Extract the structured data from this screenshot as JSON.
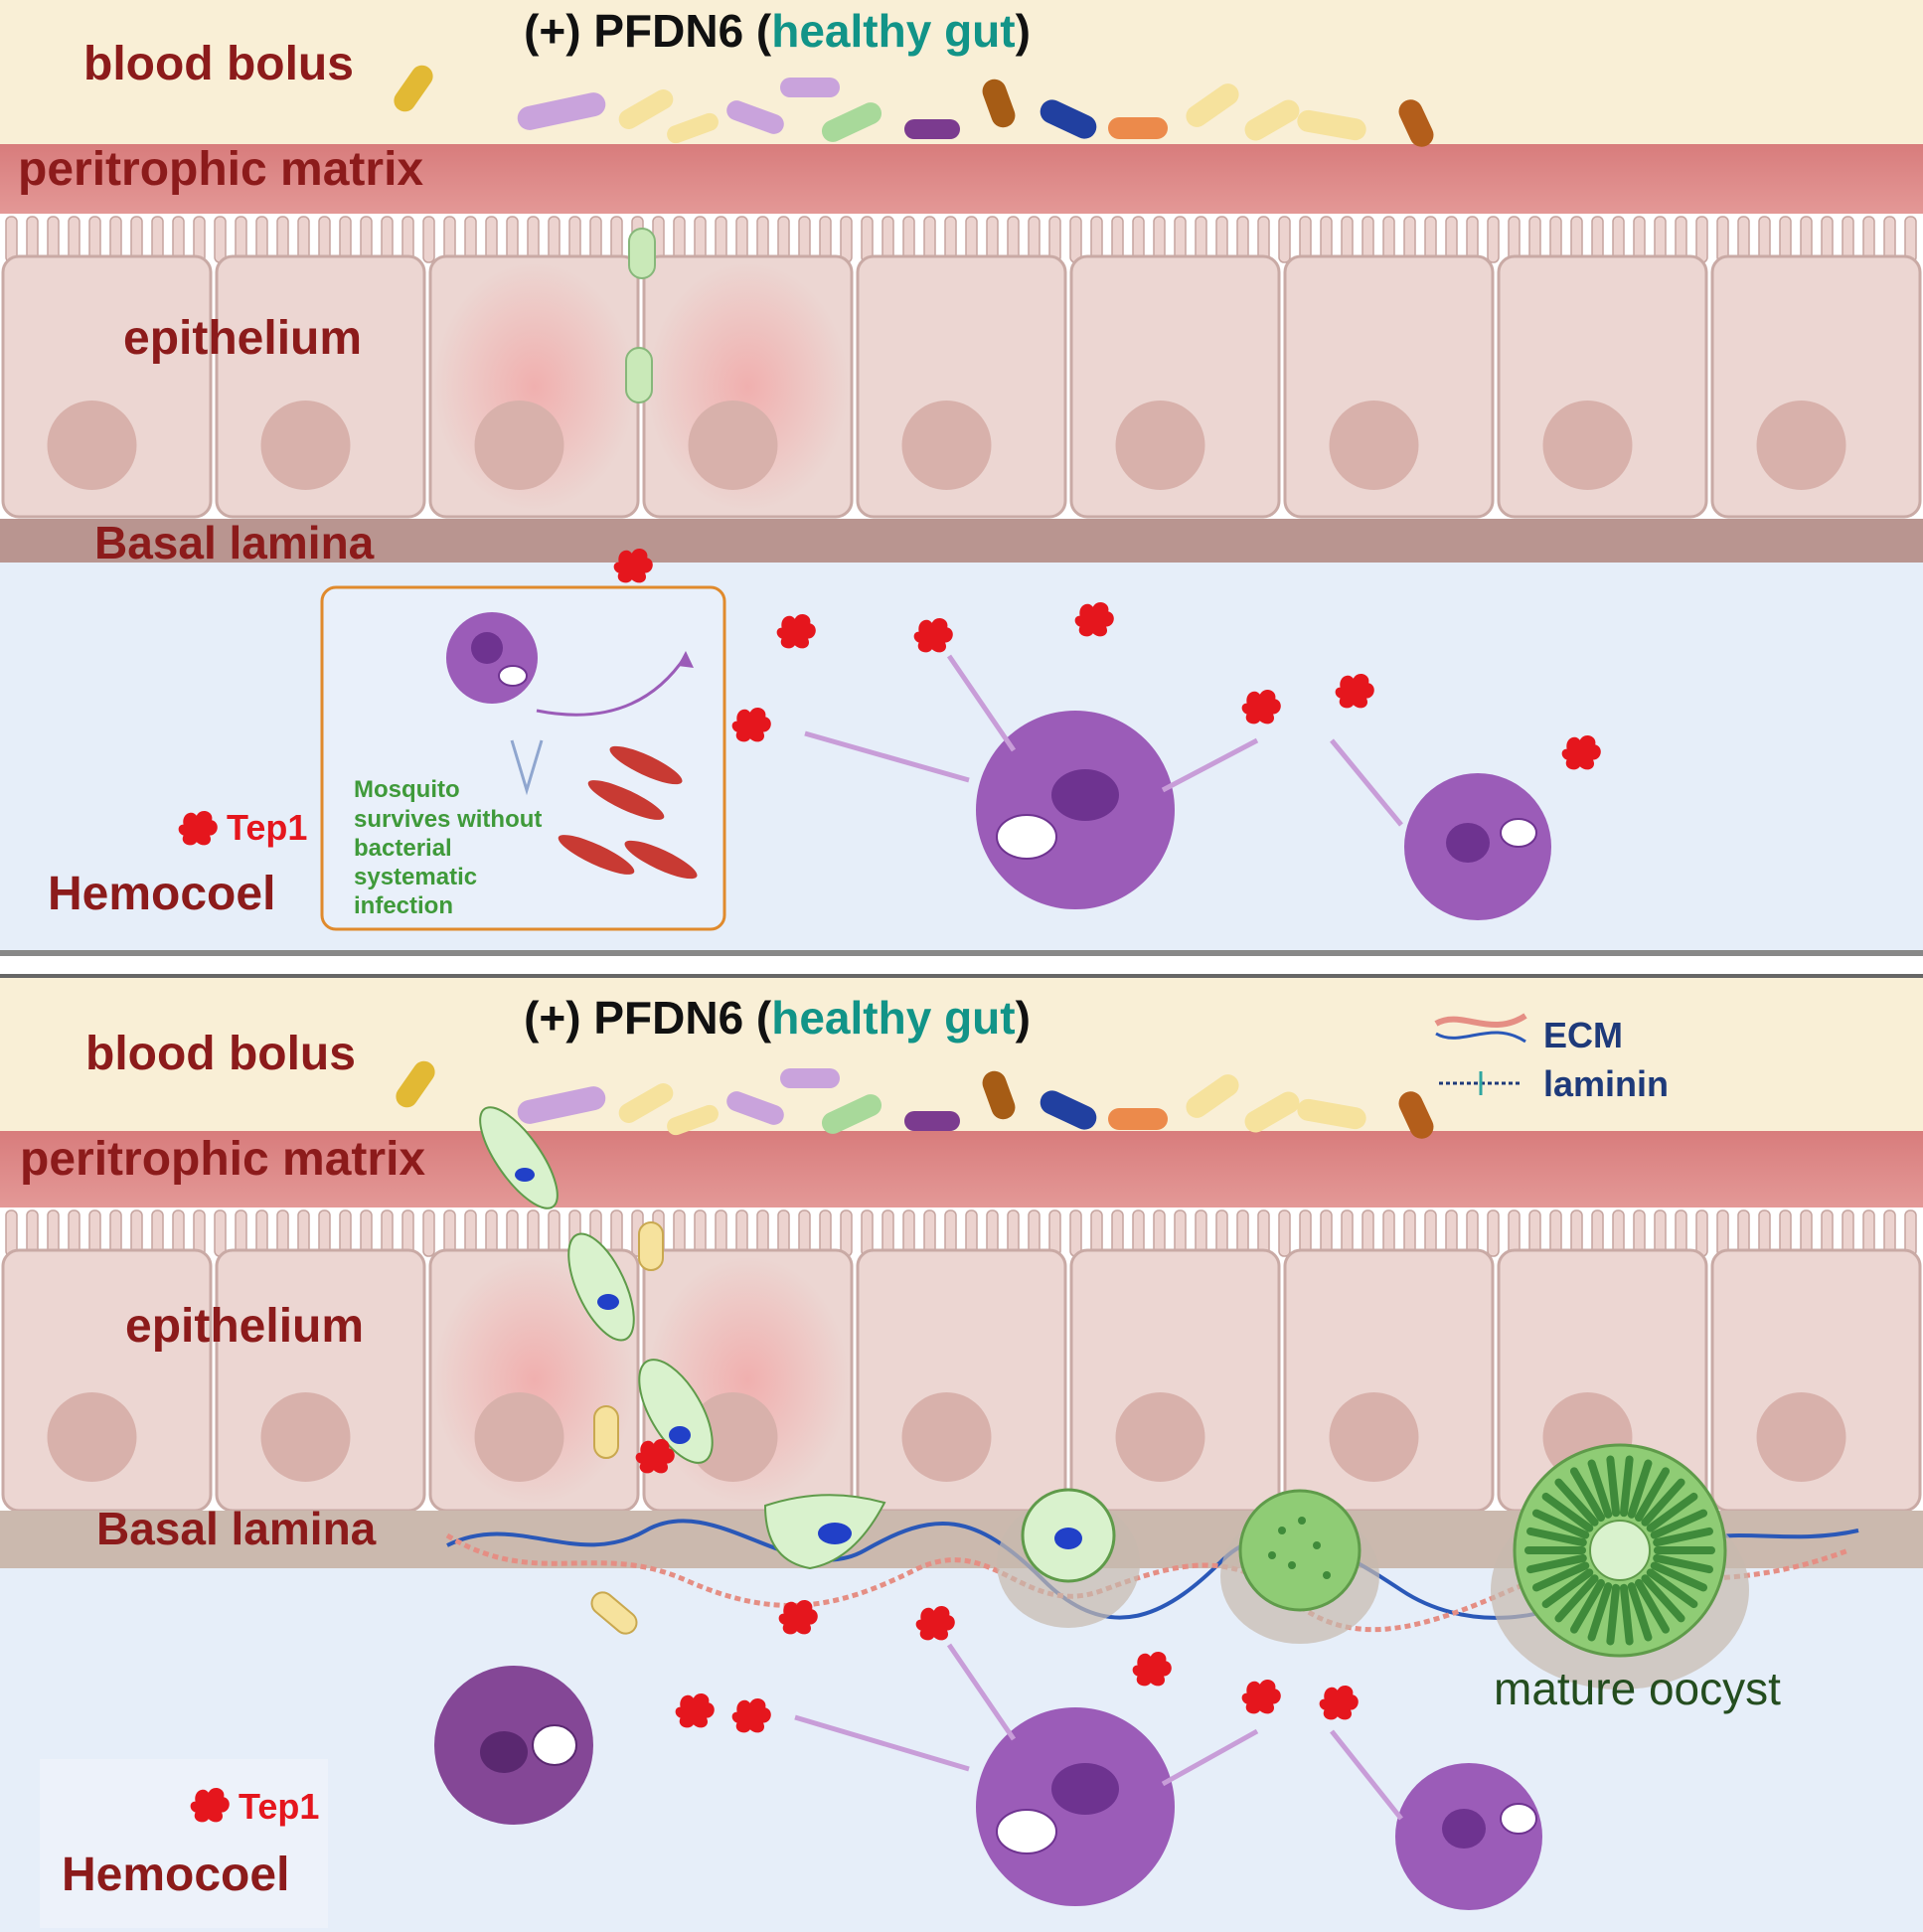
{
  "colors": {
    "title_black": "#111111",
    "title_teal": "#129488",
    "region_label": "#8c1b1b",
    "inset_text": "#3f9a3a",
    "inset_border": "#e08a2c",
    "tep1": "#e5161d",
    "hemocyte": "#9b5cb8",
    "legend_text": "#1e3a7a",
    "oocyst_label": "#244d1f"
  },
  "panels": [
    {
      "title_prefix": "(+) PFDN6 (",
      "title_highlight": "healthy gut",
      "title_suffix": ")",
      "labels": {
        "blood_bolus": "blood bolus",
        "peritrophic_matrix": "peritrophic matrix",
        "epithelium": "epithelium",
        "basal_lamina": "Basal lamina",
        "tep1": "Tep1",
        "hemocoel": "Hemocoel"
      },
      "inset": {
        "text_lines": [
          "Mosquito",
          "survives without",
          "bacterial",
          "systematic",
          "infection"
        ]
      }
    },
    {
      "title_prefix": "(+) PFDN6 (",
      "title_highlight": "healthy gut",
      "title_suffix": ")",
      "labels": {
        "blood_bolus": "blood bolus",
        "peritrophic_matrix": "peritrophic matrix",
        "epithelium": "epithelium",
        "basal_lamina": "Basal lamina",
        "tep1": "Tep1",
        "hemocoel": "Hemocoel"
      },
      "legend": {
        "ecm": "ECM",
        "laminin": "laminin"
      },
      "mature_oocyst": "mature oocyst"
    }
  ]
}
